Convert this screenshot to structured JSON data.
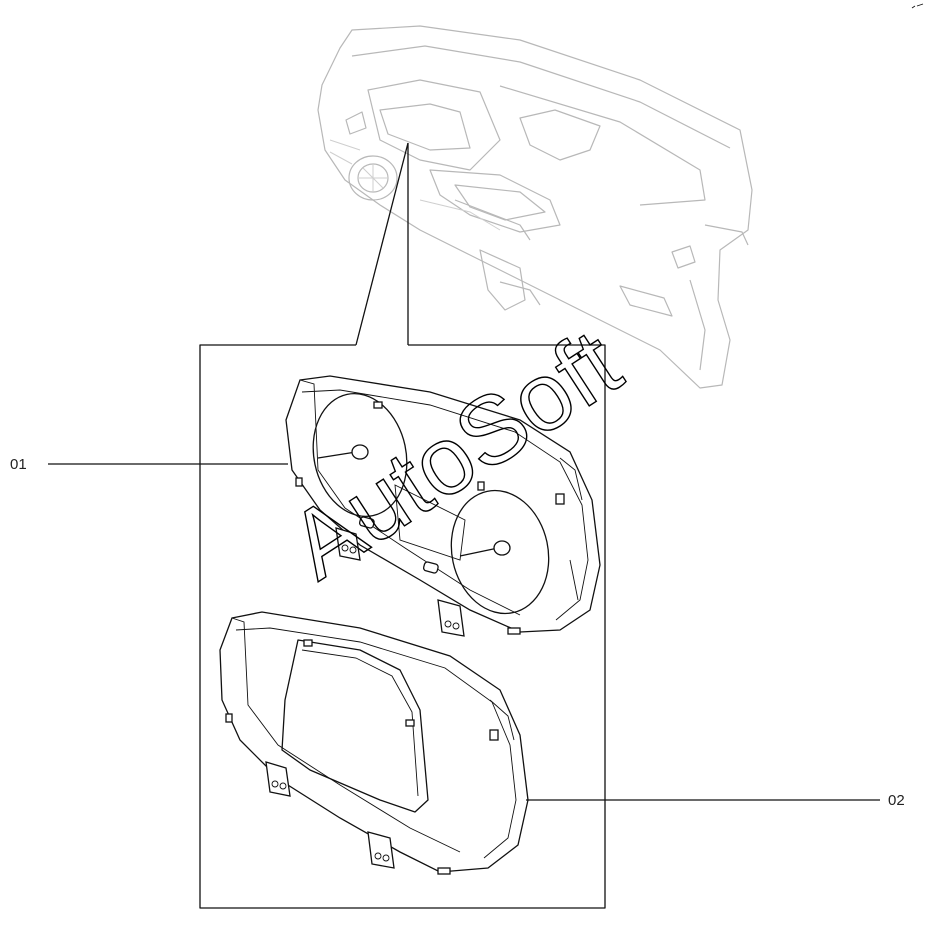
{
  "callouts": {
    "part1": "01",
    "part2": "02"
  },
  "watermark": "AutoSoft",
  "colors": {
    "ink": "#111111",
    "ghost": "#b8b8b8",
    "background": "#ffffff"
  }
}
